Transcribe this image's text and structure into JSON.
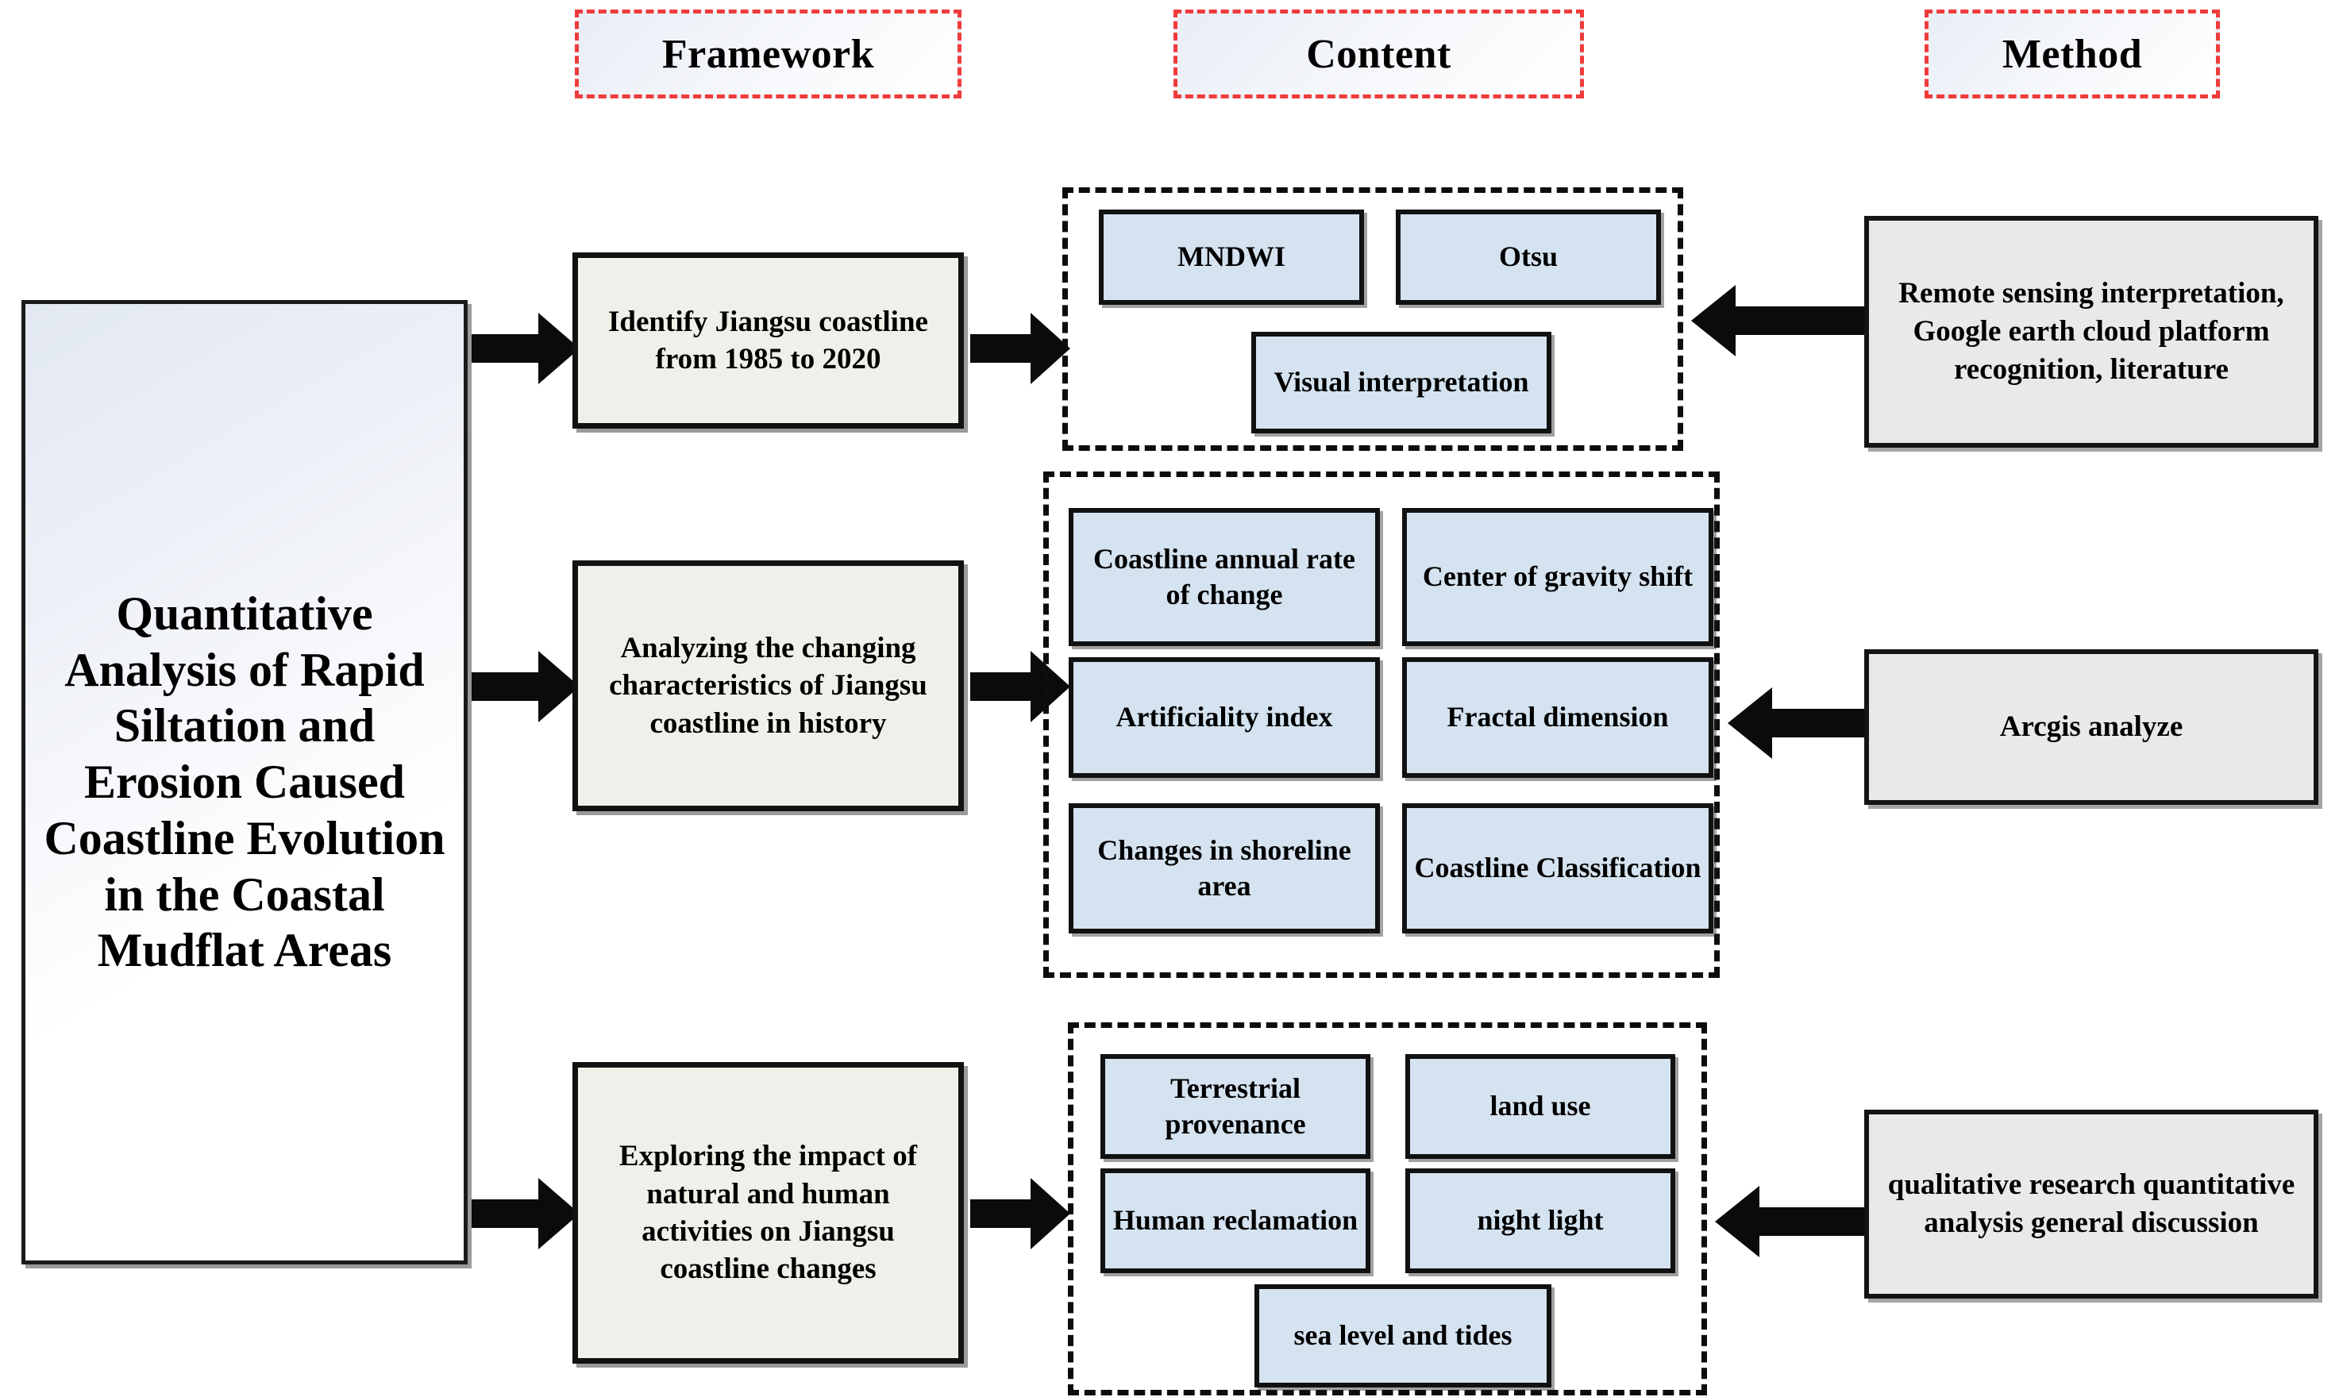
{
  "diagram": {
    "title": "Quantitative Analysis of Rapid Siltation and Erosion Caused Coastline Evolution in the Coastal Mudflat Areas",
    "columns": {
      "framework": "Framework",
      "content": "Content",
      "method": "Method"
    },
    "main_box": {
      "label": "Quantitative Analysis of Rapid Siltation and Erosion Caused Coastline Evolution in the Coastal Mudflat Areas"
    },
    "rows": [
      {
        "id": "row-1",
        "framework": "Identify Jiangsu coastline from 1985 to 2020",
        "content": [
          "MNDWI",
          "Otsu",
          "Visual interpretation"
        ],
        "method": "Remote sensing interpretation, Google earth cloud platform recognition, literature"
      },
      {
        "id": "row-2",
        "framework": "Analyzing the changing characteristics of Jiangsu coastline in history",
        "content": [
          "Coastline annual rate of change",
          "Center of gravity shift",
          "Artificiality index",
          "Fractal dimension",
          "Changes in shoreline area",
          "Coastline Classification"
        ],
        "method": "Arcgis analyze"
      },
      {
        "id": "row-3",
        "framework": "Exploring the impact of natural and human activities on Jiangsu coastline changes",
        "content": [
          "Terrestrial provenance",
          "land use",
          "Human reclamation",
          "night light",
          "sea level and tides"
        ],
        "method": "qualitative research quantitative analysis general discussion"
      }
    ],
    "colors": {
      "header_border": "#ef3b3b",
      "framework_fill": "#eef1e9",
      "content_fill": "#d5e3f0",
      "method_fill": "#e9e9e9",
      "box_border": "#111111",
      "background": "#ffffff"
    },
    "arrows": {
      "main_to_framework": "arrow-right",
      "framework_to_content": "arrow-right",
      "method_to_content": "arrow-left"
    }
  }
}
